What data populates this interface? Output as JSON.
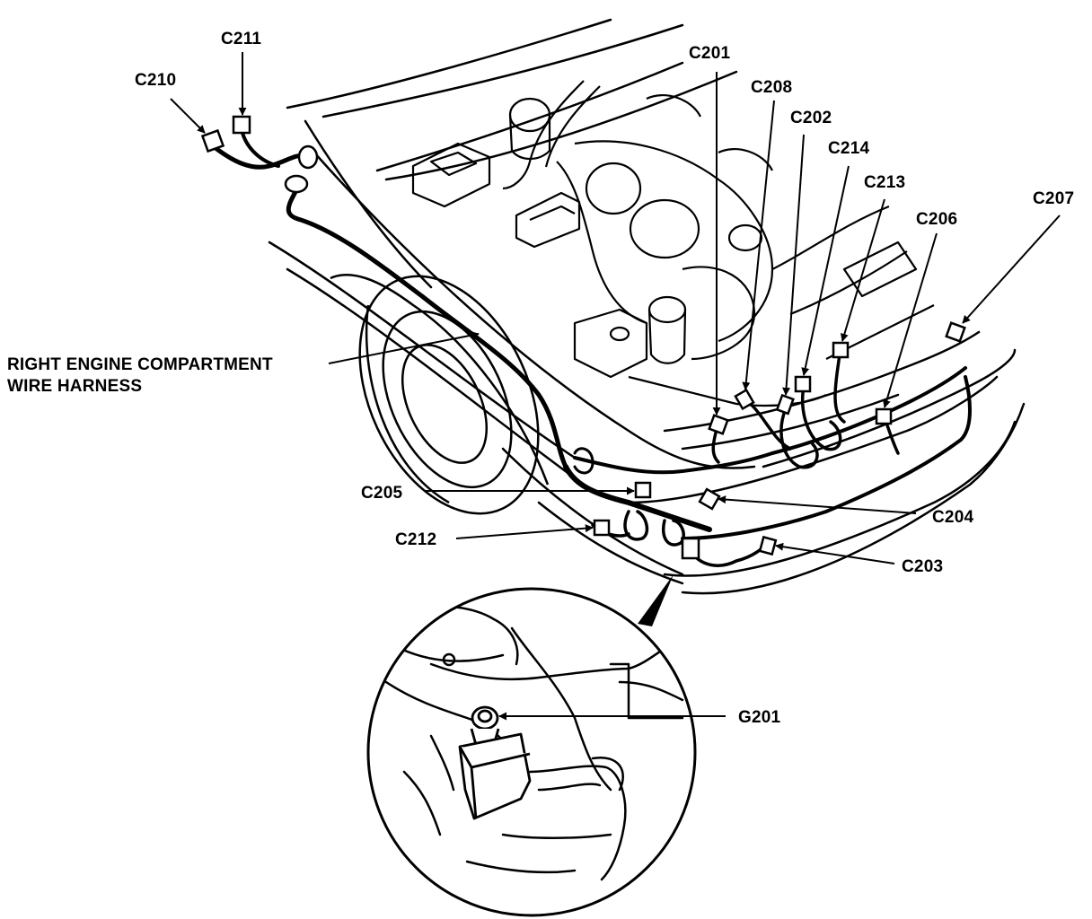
{
  "diagram": {
    "harness_label": [
      "RIGHT ENGINE COMPARTMENT",
      "WIRE HARNESS"
    ],
    "connectors": {
      "c201": "C201",
      "c202": "C202",
      "c203": "C203",
      "c204": "C204",
      "c205": "C205",
      "c206": "C206",
      "c207": "C207",
      "c208": "C208",
      "c210": "C210",
      "c211": "C211",
      "c212": "C212",
      "c213": "C213",
      "c214": "C214"
    },
    "ground": {
      "g201": "G201"
    },
    "colors": {
      "line": "#000000",
      "background": "#ffffff"
    }
  }
}
